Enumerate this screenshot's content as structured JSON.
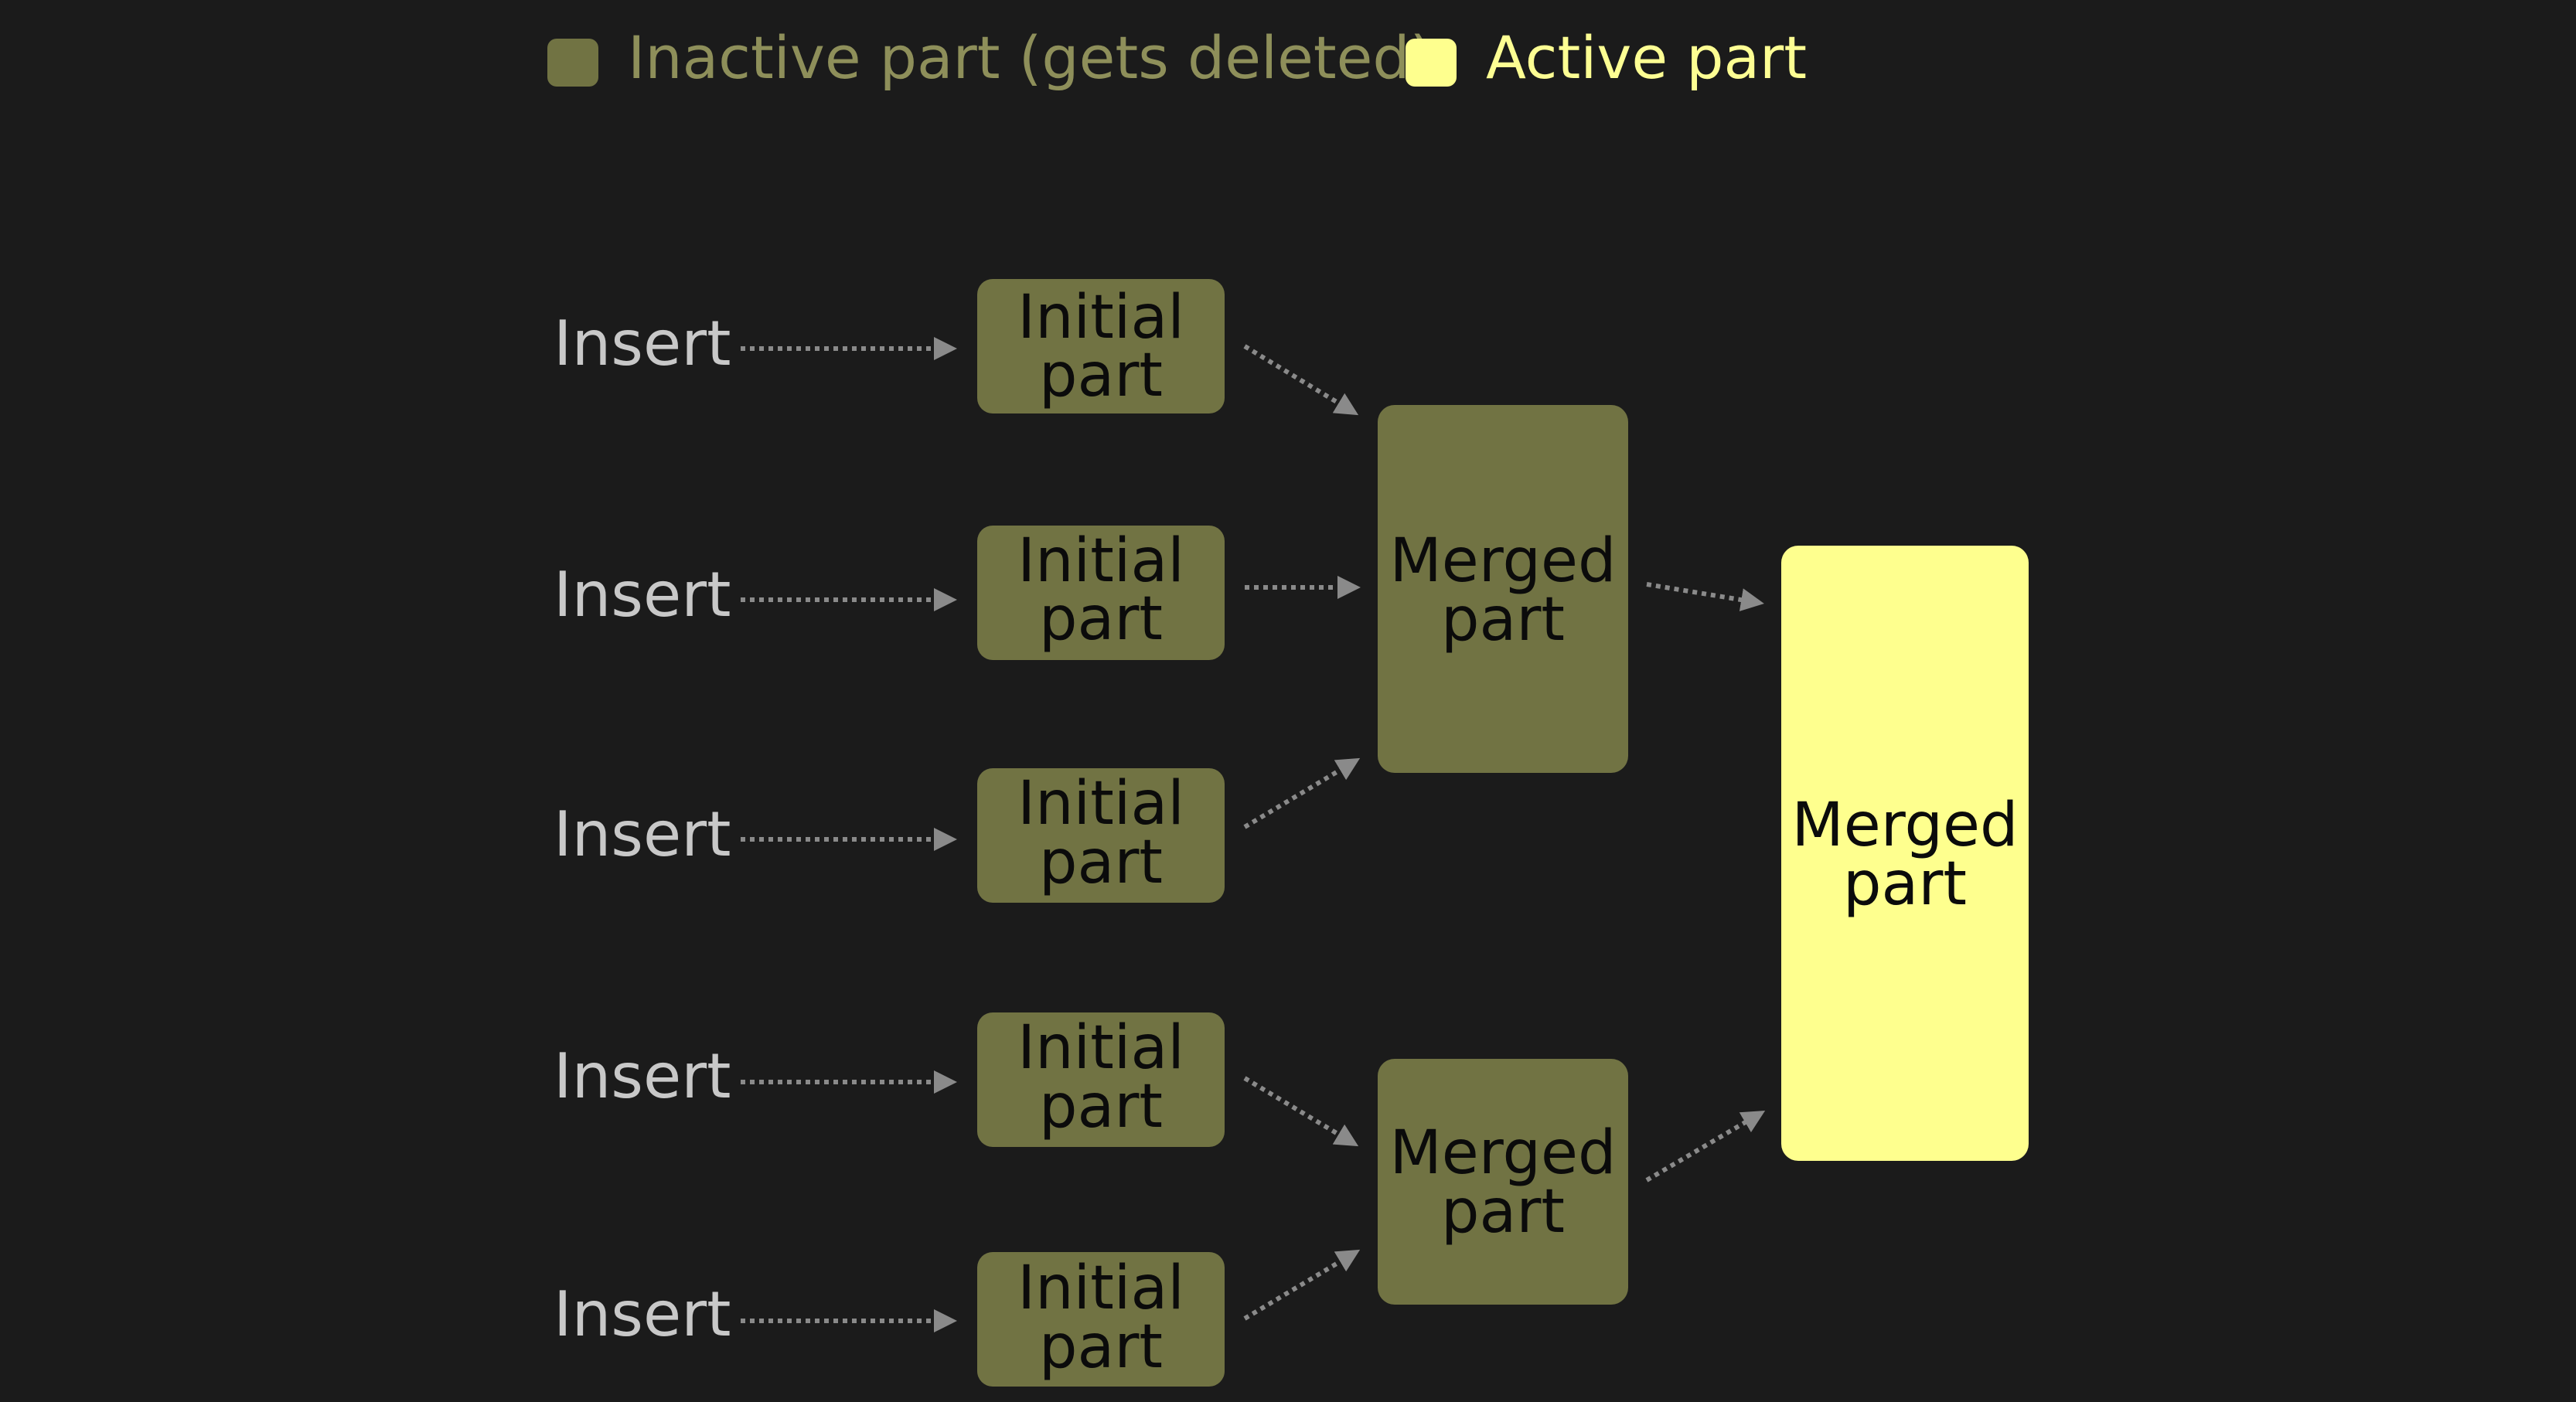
{
  "legend": {
    "inactive_label": "Inactive part (gets deleted)",
    "active_label": "Active part"
  },
  "colors": {
    "background": "#1b1b1b",
    "inactive": "#717343",
    "inactive_text": "#8e8f5a",
    "active": "#feff8e",
    "active_text": "#fdfe93",
    "insert_text": "#c8c8c8",
    "arrow": "#8a8a8a"
  },
  "inserts": [
    {
      "label": "Insert"
    },
    {
      "label": "Insert"
    },
    {
      "label": "Insert"
    },
    {
      "label": "Insert"
    },
    {
      "label": "Insert"
    }
  ],
  "initial_parts": [
    {
      "line1": "Initial",
      "line2": "part"
    },
    {
      "line1": "Initial",
      "line2": "part"
    },
    {
      "line1": "Initial",
      "line2": "part"
    },
    {
      "line1": "Initial",
      "line2": "part"
    },
    {
      "line1": "Initial",
      "line2": "part"
    }
  ],
  "merged_parts": [
    {
      "line1": "Merged",
      "line2": "part"
    },
    {
      "line1": "Merged",
      "line2": "part"
    }
  ],
  "final_part": {
    "line1": "Merged",
    "line2": "part"
  }
}
